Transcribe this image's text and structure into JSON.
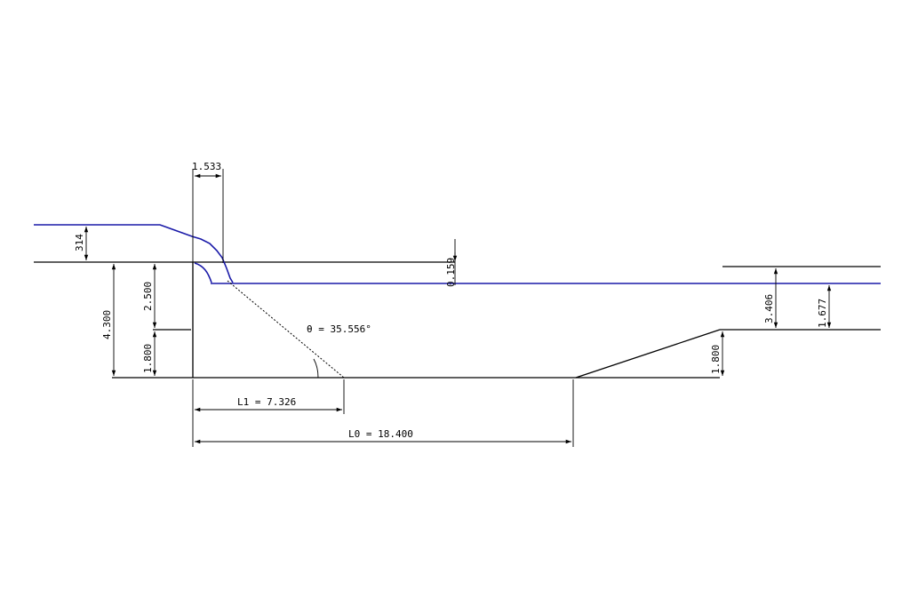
{
  "colors": {
    "background": "#ffffff",
    "structure_lines": "#000000",
    "water_surface": "#1a1aa8"
  },
  "dimensions": {
    "upstream_head": "314",
    "crest_length": "1.533",
    "drop_to_tailwater": "0.159",
    "total_drop_height": "4.300",
    "upper_wall_height": "2.500",
    "lower_wall_height": "1.800",
    "downstream_depth_over_sill": "3.406",
    "downstream_flow_depth": "1.677",
    "end_sill_height": "1.800",
    "jet_angle": "θ = 35.556°",
    "jet_length": "L1 = 7.326",
    "basin_length": "L0 = 18.400"
  }
}
